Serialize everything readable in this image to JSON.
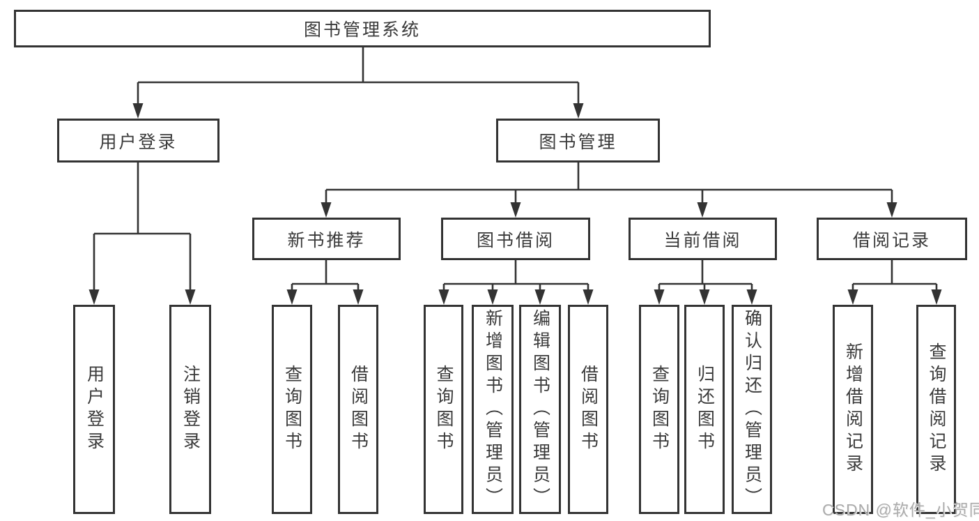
{
  "tree": {
    "root": {
      "label": "图书管理系统"
    },
    "branches": [
      {
        "label": "用户登录",
        "children": [
          {
            "label": "用户登录"
          },
          {
            "label": "注销登录"
          }
        ]
      },
      {
        "label": "图书管理",
        "children": [
          {
            "label": "新书推荐",
            "children": [
              {
                "label": "查询图书"
              },
              {
                "label": "借阅图书"
              }
            ]
          },
          {
            "label": "图书借阅",
            "children": [
              {
                "label": "查询图书"
              },
              {
                "label": "新增图书（管理员）"
              },
              {
                "label": "编辑图书（管理员）"
              },
              {
                "label": "借阅图书"
              }
            ]
          },
          {
            "label": "当前借阅",
            "children": [
              {
                "label": "查询图书"
              },
              {
                "label": "归还图书"
              },
              {
                "label": "确认归还（管理员）"
              }
            ]
          },
          {
            "label": "借阅记录",
            "children": [
              {
                "label": "新增借阅记录"
              },
              {
                "label": "查询借阅记录"
              }
            ]
          }
        ]
      }
    ]
  },
  "watermark": {
    "text": "CSDN @软件_小贺同学"
  },
  "colors": {
    "line": "#333333",
    "text": "#3a3a3a",
    "background": "#ffffff",
    "watermark": "#ababab"
  }
}
